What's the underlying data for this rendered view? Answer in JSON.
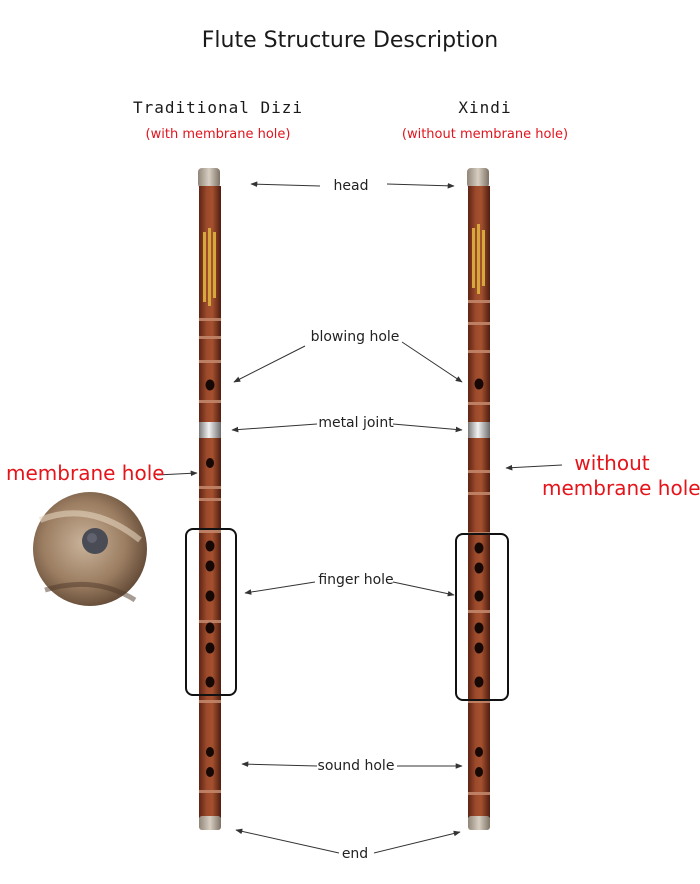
{
  "title": "Flute Structure Description",
  "left": {
    "name": "Traditional Dizi",
    "note": "(with membrane hole)"
  },
  "right": {
    "name": "Xindi",
    "note": "(without membrane hole)"
  },
  "labels": {
    "head": "head",
    "blowing_hole": "blowing hole",
    "metal_joint": "metal joint",
    "membrane_hole": "membrane hole",
    "without_membrane_line1": "without",
    "without_membrane_line2": "membrane hole",
    "finger_hole": "finger hole",
    "sound_hole": "sound hole",
    "end": "end"
  },
  "colors": {
    "bamboo": "#8a3a22",
    "bamboo_dark": "#5e2414",
    "annotation_red": "#e5141b",
    "frame": "#111111"
  }
}
